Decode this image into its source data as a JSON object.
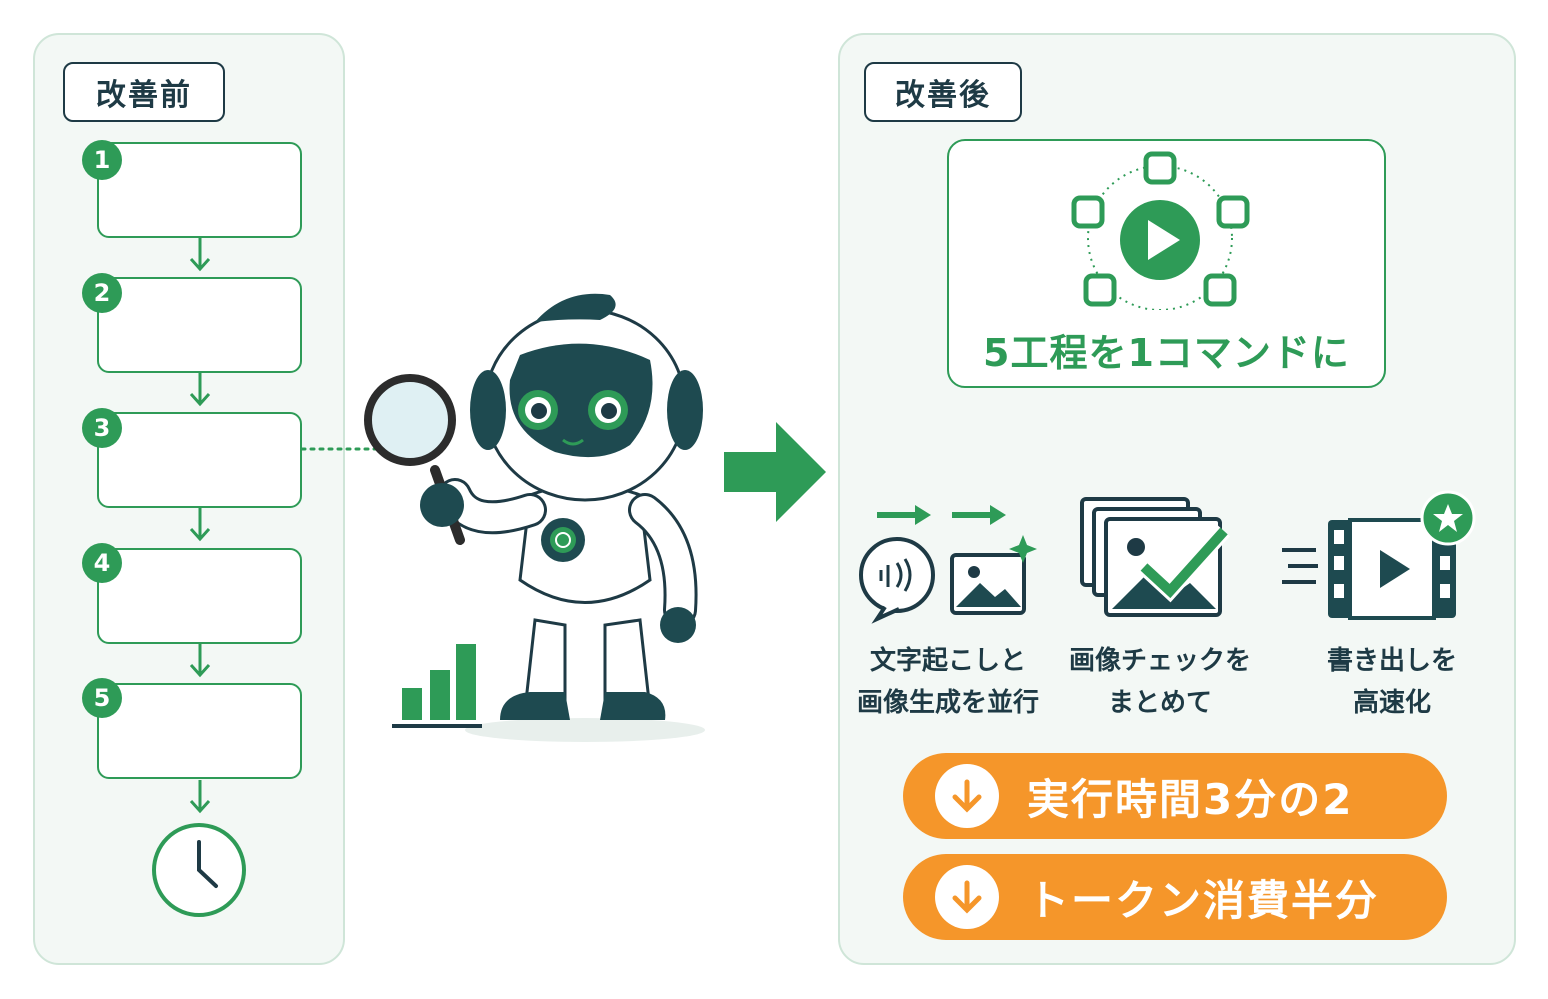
{
  "before": {
    "title": "改善前",
    "steps": [
      "1",
      "2",
      "3",
      "4",
      "5"
    ]
  },
  "after": {
    "title": "改善後",
    "headline": "5工程を1コマンドに",
    "features": [
      {
        "line1": "文字起こしと",
        "line2": "画像生成を並行"
      },
      {
        "line1": "画像チェックを",
        "line2": "まとめて"
      },
      {
        "line1": "書き出しを",
        "line2": "高速化"
      }
    ],
    "results": [
      {
        "text": "実行時間3分の2"
      },
      {
        "text": "トークン消費半分"
      }
    ]
  },
  "colors": {
    "green": "#2e9b57",
    "navy": "#1e3a45",
    "orange": "#f5962a",
    "panel_bg": "#f3f8f5"
  },
  "icons": [
    "clock-icon",
    "play-icon",
    "speech-audio-icon",
    "image-sparkle-icon",
    "image-stack-check-icon",
    "film-play-star-icon",
    "magnifier-icon",
    "bar-chart-icon",
    "robot-mascot",
    "arrow-down-icon"
  ]
}
